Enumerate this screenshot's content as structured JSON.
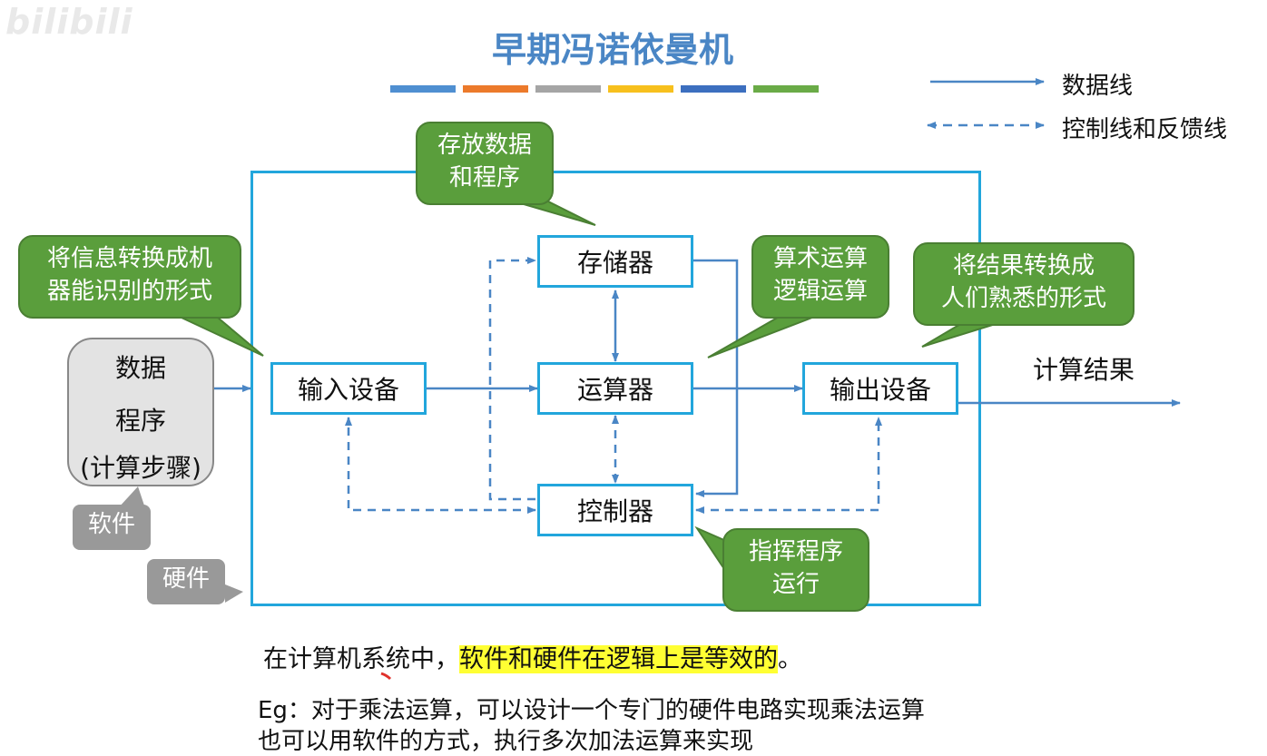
{
  "watermark": "bilibili",
  "title": "早期冯诺依曼机",
  "color_bar": [
    "#4f8fd1",
    "#ec7a2b",
    "#a5a5a5",
    "#f7c01d",
    "#3c6fbf",
    "#6aab47"
  ],
  "legend": {
    "data_line": "数据线",
    "control_line": "控制线和反馈线"
  },
  "components": {
    "memory": "存储器",
    "alu": "运算器",
    "controller": "控制器",
    "input": "输入设备",
    "output": "输出设备"
  },
  "callouts": {
    "memory": [
      "存放数据",
      "和程序"
    ],
    "input": [
      "将信息转换成机",
      "器能识别的形式"
    ],
    "alu": [
      "算术运算",
      "逻辑运算"
    ],
    "output": [
      "将结果转换成",
      "人们熟悉的形式"
    ],
    "controller": [
      "指挥程序",
      "运行"
    ]
  },
  "software_box": [
    "数据",
    "程序",
    "(计算步骤)"
  ],
  "software_label": "软件",
  "hardware_label": "硬件",
  "result_label": "计算结果",
  "paragraph1": {
    "prefix": "在计算机系统中，",
    "highlight": "软件和硬件在逻辑上是等效的",
    "suffix": "。"
  },
  "paragraph2": [
    "Eg：对于乘法运算，可以设计一个专门的硬件电路实现乘法运算",
    "也可以用软件的方式，执行多次加法运算来实现"
  ],
  "colors": {
    "frame": "#22a6dc",
    "arrow": "#4a86c5",
    "callout_green": "#5a9e3c",
    "highlight": "#ffff33"
  }
}
